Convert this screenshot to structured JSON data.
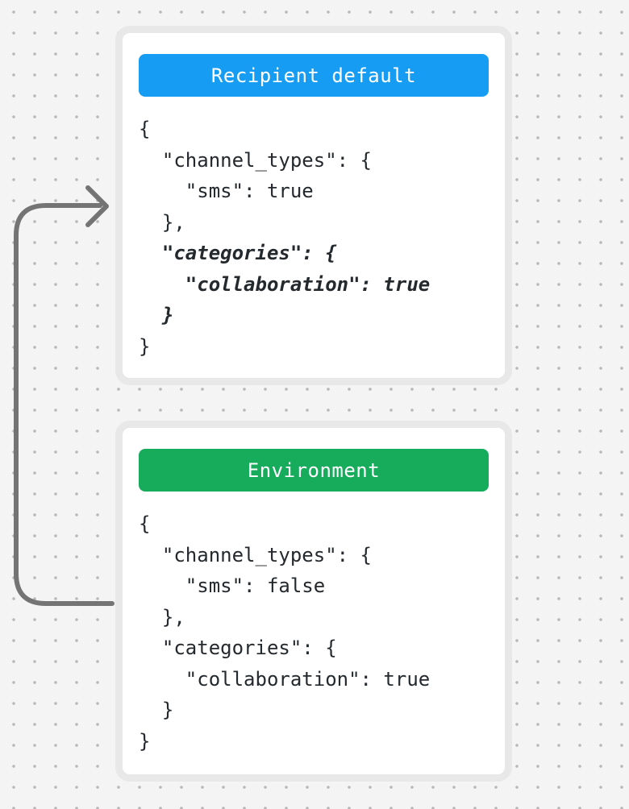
{
  "canvas": {
    "background_color": "#f5f4f4",
    "dot_color": "#b9b7b7"
  },
  "arrow": {
    "color": "#747474",
    "description": "curved-arrow-from-environment-card-to-recipient-default-card"
  },
  "cards": [
    {
      "id": "recipient-default",
      "header": {
        "label": "Recipient default",
        "color": "#169df3",
        "text_color": "#ffffff"
      },
      "code_lines": [
        {
          "text": "{",
          "emphasis": false
        },
        {
          "text": "  \"channel_types\": {",
          "emphasis": false
        },
        {
          "text": "    \"sms\": true",
          "emphasis": false
        },
        {
          "text": "  },",
          "emphasis": false
        },
        {
          "text": "  \"categories\": {",
          "emphasis": true
        },
        {
          "text": "    \"collaboration\": true",
          "emphasis": true
        },
        {
          "text": "  }",
          "emphasis": true
        },
        {
          "text": "}",
          "emphasis": false
        }
      ]
    },
    {
      "id": "environment",
      "header": {
        "label": "Environment",
        "color": "#17ab5c",
        "text_color": "#ffffff"
      },
      "code_lines": [
        {
          "text": "{",
          "emphasis": false
        },
        {
          "text": "  \"channel_types\": {",
          "emphasis": false
        },
        {
          "text": "    \"sms\": false",
          "emphasis": false
        },
        {
          "text": "  },",
          "emphasis": false
        },
        {
          "text": "  \"categories\": {",
          "emphasis": false
        },
        {
          "text": "    \"collaboration\": true",
          "emphasis": false
        },
        {
          "text": "  }",
          "emphasis": false
        },
        {
          "text": "}",
          "emphasis": false
        }
      ]
    }
  ]
}
